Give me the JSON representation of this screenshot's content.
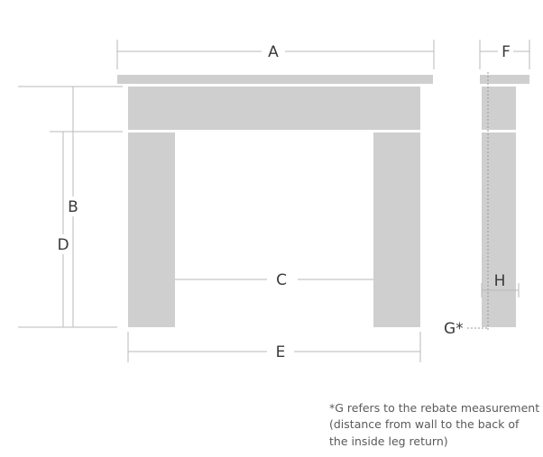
{
  "labels": {
    "A": "A",
    "B": "B",
    "C": "C",
    "D": "D",
    "E": "E",
    "F": "F",
    "G": "G*",
    "H": "H"
  },
  "note": {
    "line1": "*G refers to the rebate measurement",
    "line2": "(distance from wall to the back of",
    "line3": "the inside leg return)"
  },
  "colors": {
    "shape_fill": "#cfcfcf",
    "dimension_line": "#b8b8b8",
    "text": "#3a3a3a"
  }
}
